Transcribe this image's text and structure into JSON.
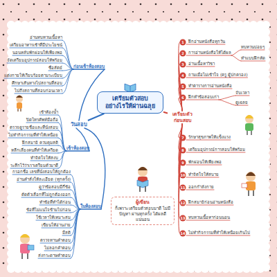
{
  "diagram": {
    "nodes": [
      {
        "text": [
          "เตรียมตัวสอบ อย่างไรให้ผ่านฉลุย"
        ]
      },
      {
        "text": [
          "วันสอบ"
        ]
      },
      {
        "text": [
          "เตรียมตัว ก่อนสอบ"
        ]
      },
      {
        "text": [
          "ผู้เขียน",
          "ก็เพราะ เตรียมตัวสอบมาดี ไม่มีปัญหา ผ่านทุกครั้ง ได้ผลดีแน่นอน"
        ]
      }
    ],
    "edges": [
      {
        "from": 0,
        "to": 1,
        "arrow": "none"
      },
      {
        "from": 0,
        "to": 2,
        "arrow": "none"
      }
    ],
    "labels": [
      "ก่อนเข้าห้องสอบ",
      "เข้าห้องสอบ",
      "ในห้องสอบ",
      "อ่านทบทวนเนื้อหา",
      "เตรียมอาหารเช้าที่มีประโยชน์",
      "นอนหลับพักผ่อนให้เพียงพอ",
      "จัดเตรียมอุปกรณ์สอบให้พร้อม",
      "ซื่อสัตย์",
      "แต่งกายให้เรียบร้อยตามระเบียบ",
      "ศึกษาเส้นทางไปสถานที่สอบ",
      "ไปถึงสถานที่สอบก่อนเวลา",
      "เข้าห้องน้ำ",
      "ปิดโทรศัพท์มือถือ",
      "ตรวจดูรายชื่อและที่นั่งสอบ",
      "ไม่ทำกิจกรรมที่ทำให้เหนื่อย",
      "ฝึกสมาธิ ควบคุมสติ",
      "หลีกเลี่ยงคนที่ทำให้เครียด",
      "ทำจิตใจให้สงบ",
      "ระลึกไว้ว่าเราเตรียมตัวมาดี",
      "กรอกชื่อ เลขที่นั่งสอบให้ถูกต้อง",
      "อ่านคำสั่งให้ละเอียด (ทุกครั้ง)",
      "ดูว่าข้อสอบมีกี่ข้อ",
      "ตัดตัวเลือกที่ไม่ถูกต้องออก",
      "ทำข้อที่ทำได้ก่อน",
      "ข้อที่ไม่แน่ใจข้ามไปก่อน",
      "ใช้เวลาให้เหมาะสม",
      "เขียนให้อ่านง่าย",
      "มีสติ",
      "ตรวจทานคำตอบ",
      "ไม่ลอกคำตอบ",
      "ส่งกระดาษคำตอบ",
      "1",
      "ฝึกอ่านหนังสือทุกวัน",
      "2",
      "การอ่านหนังสือให้ได้ผล",
      "ทบทวนบ่อยๆ",
      "ทำแบบฝึกหัด",
      "3",
      "อ่านเนื้อหาวิชา",
      "4",
      "ถามเมื่อไม่เข้าใจ (ครู ผู้ปกครอง)",
      "5",
      "ทำตารางการอ่านหนังสือ",
      "6",
      "ฝึกทำข้อสอบเก่า",
      "จับเวลา",
      "ดูเฉลย",
      "7",
      "รักษาสุขภาพให้แข็งแรง",
      "8",
      "เตรียมอุปกรณ์การสอบให้พร้อม",
      "9",
      "พักผ่อนให้เพียงพอ",
      "10",
      "ทำจิตใจให้สบาย",
      "11",
      "ออกกำลังกาย",
      "12",
      "ฝึกสมาธิก่อนอ่านหนังสือ",
      "13",
      "ทบทวนเนื้อหาก่อนนอน",
      "14",
      "ไม่ทำกิจกรรมที่ทำให้เหนื่อยเกินไป"
    ]
  }
}
